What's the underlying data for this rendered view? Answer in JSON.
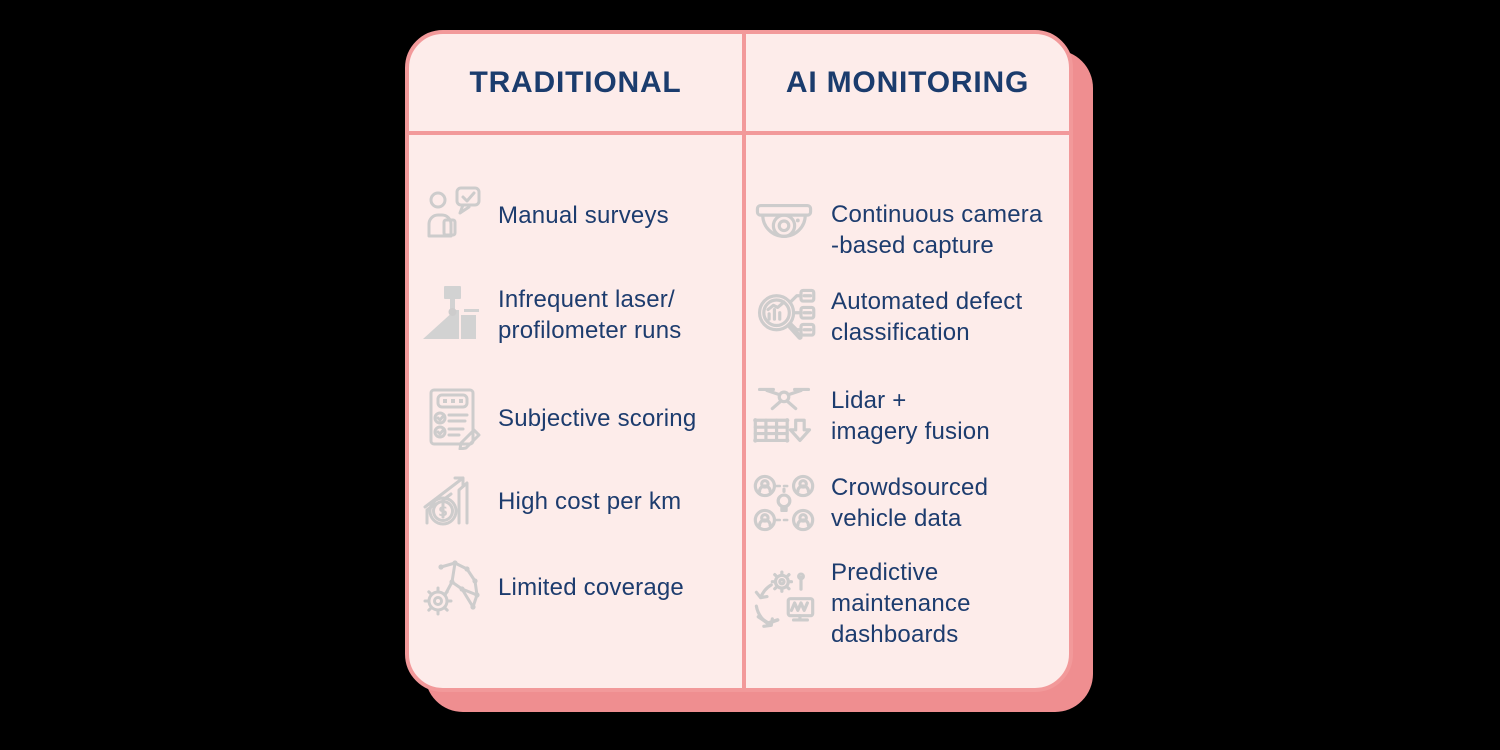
{
  "table": {
    "columns": [
      {
        "header": "TRADITIONAL",
        "rows": [
          {
            "icon": "manual-surveys-icon",
            "text": "Manual surveys"
          },
          {
            "icon": "profilometer-icon",
            "text": "Infrequent laser/\nprofilometer runs"
          },
          {
            "icon": "subjective-scoring-icon",
            "text": "Subjective scoring"
          },
          {
            "icon": "high-cost-icon",
            "text": "High cost per km"
          },
          {
            "icon": "limited-coverage-icon",
            "text": "Limited coverage"
          }
        ]
      },
      {
        "header": "AI MONITORING",
        "rows": [
          {
            "icon": "camera-icon",
            "text": "Continuous camera\n-based capture"
          },
          {
            "icon": "defect-classification-icon",
            "text": "Automated defect\nclassification"
          },
          {
            "icon": "lidar-fusion-icon",
            "text": "Lidar +\nimagery fusion"
          },
          {
            "icon": "crowdsourced-icon",
            "text": "Crowdsourced\nvehicle data"
          },
          {
            "icon": "predictive-dashboards-icon",
            "text": "Predictive\nmaintenance\ndashboards"
          }
        ]
      }
    ]
  },
  "colors": {
    "card_background": "#fdecea",
    "line_salmon": "#f2999a",
    "shadow_salmon": "#ef8e90",
    "text_navy": "#1d3c6e",
    "icon_gray": "#cdcccc"
  }
}
